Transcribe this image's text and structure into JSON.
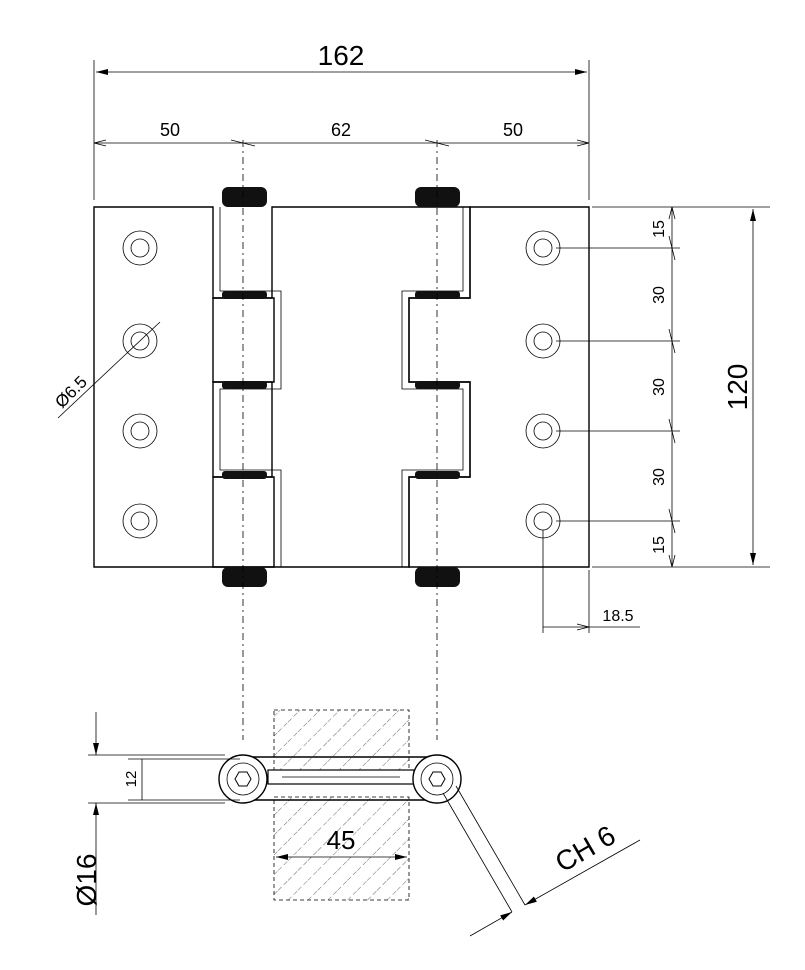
{
  "dimensions": {
    "overall_width": "162",
    "left_leaf": "50",
    "center_leaf": "62",
    "right_leaf": "50",
    "height": "120",
    "hole_top_offset": "15",
    "hole_spacing_1": "30",
    "hole_spacing_2": "30",
    "hole_spacing_3": "30",
    "hole_bottom_offset": "15",
    "hole_diameter": "Ø6.5",
    "hole_edge_offset": "18.5",
    "plate_thickness": "12",
    "knuckle_diameter": "Ø16",
    "door_thickness": "45",
    "wrench_size": "CH 6"
  },
  "colors": {
    "line": "#000000",
    "knuckle_fill": "#111111",
    "background": "#ffffff"
  }
}
